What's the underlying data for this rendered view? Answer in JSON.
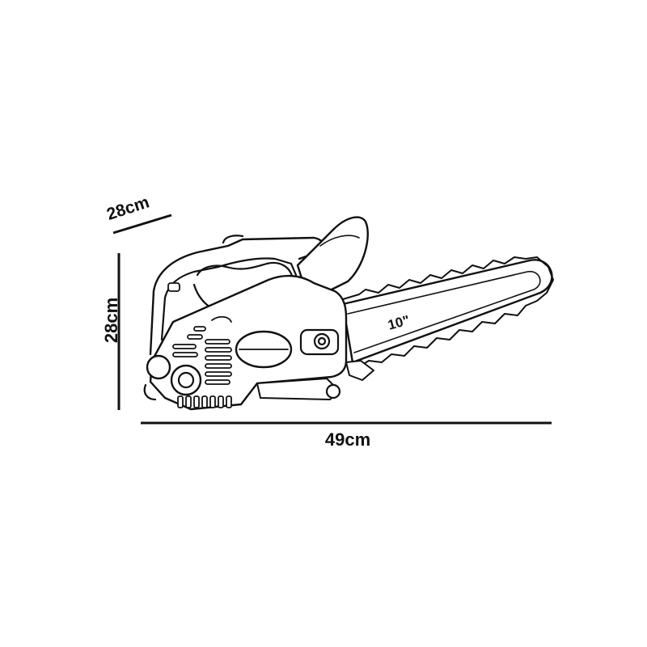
{
  "dimensions": {
    "width_label": "49cm",
    "height_label": "28cm",
    "depth_label": "28cm",
    "bar_length_label": "10\""
  },
  "colors": {
    "ink": "#111111",
    "background": "#ffffff"
  },
  "illustration": {
    "subject": "chainsaw-icon"
  }
}
